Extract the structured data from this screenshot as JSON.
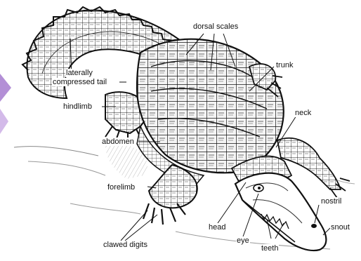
{
  "labels": {
    "dorsal_scales": "dorsal scales",
    "trunk": "trunk",
    "laterally": "laterally",
    "compressed_tail": "compressed tail",
    "hindlimb": "hindlimb",
    "neck": "neck",
    "abdomen": "abdomen",
    "forelimb": "forelimb",
    "nostril": "nostril",
    "snout": "snout",
    "head": "head",
    "eye": "eye",
    "teeth": "teeth",
    "clawed_digits": "clawed digits"
  },
  "icons": {
    "illustration": "crocodile-illustration",
    "decoration": "purple-chevron-decoration"
  },
  "colors": {
    "ink": "#111111",
    "decoration": "#b38fd6"
  }
}
